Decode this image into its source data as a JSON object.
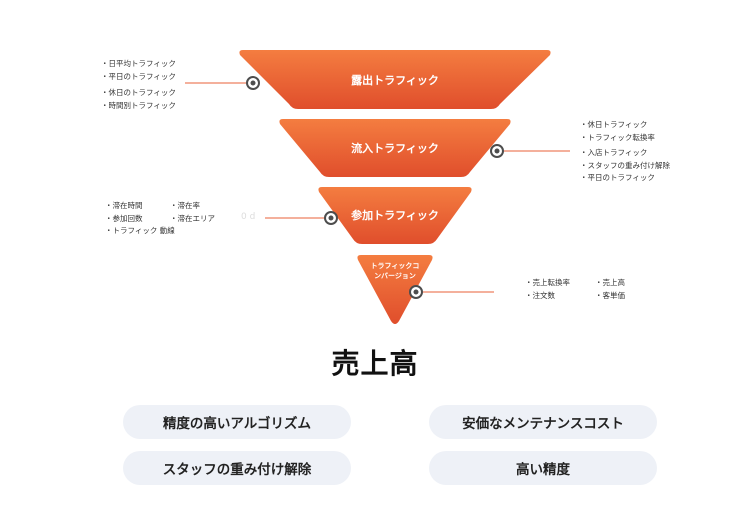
{
  "funnel": {
    "stages": [
      {
        "label": "露出トラフィック"
      },
      {
        "label": "流入トラフィック"
      },
      {
        "label": "参加トラフィック"
      },
      {
        "label_lines": [
          "トラフィックコ",
          "ンバージョン"
        ]
      }
    ],
    "notes": {
      "exposure": [
        "・日平均トラフィック",
        "・平日のトラフィック",
        "・休日のトラフィック",
        "・時間別トラフィック"
      ],
      "inflow": [
        "・休日トラフィック",
        "・トラフィック転換率",
        "・入店トラフィック",
        "・スタッフの重み付け解除",
        "・平日のトラフィック"
      ],
      "participation_left": [
        "・滞在時間",
        "・参加回数",
        "・トラフィック 動線"
      ],
      "participation_right": [
        "・滞在率",
        "・滞在エリア"
      ],
      "conversion_left": [
        "・売上転換率",
        "・注文数"
      ],
      "conversion_right": [
        "・売上高",
        "・客単価"
      ]
    },
    "faint_text": "0 d",
    "accent_top": "#f47d40",
    "accent_bottom": "#e04e2c",
    "marker_color": "#4d4d4d"
  },
  "result": {
    "title": "売上高"
  },
  "features": [
    "精度の高いアルゴリズム",
    "安価なメンテナンスコスト",
    "スタッフの重み付け解除",
    "高い精度"
  ]
}
